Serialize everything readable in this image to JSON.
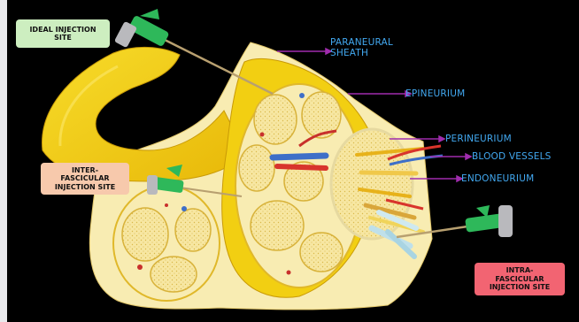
{
  "labels": {
    "ideal_injection_site": "IDEAL INJECTION\nSITE",
    "interfascicular_injection_site": "INTER-\nFASCICULAR\nINJECTION SITE",
    "intrafascicular_injection_site": "INTRA-\nFASCICULAR\nINJECTION SITE",
    "paraneural_sheath_line1": "PARANEURAL",
    "paraneural_sheath_line2": "SHEATH",
    "epineurium": "EPINEURIUM",
    "perineurium": "PERINEURIUM",
    "blood_vessels": "BLOOD VESSELS",
    "endoneurium": "ENDONEURIUM"
  },
  "colors": {
    "background": "#000000",
    "nerve_yellow": "#f2cf12",
    "nerve_cream": "#f8ecb2",
    "fascicle_fill": "#f7e7a2",
    "label_text": "#42a8f0",
    "pointer_line": "#a02cae",
    "ideal_box": "#cdeec0",
    "inter_box": "#f7c9ac",
    "intra_box": "#f26472",
    "needle_hub": "#2eb85a"
  },
  "icons": {
    "needle": "syringe-needle-icon"
  }
}
